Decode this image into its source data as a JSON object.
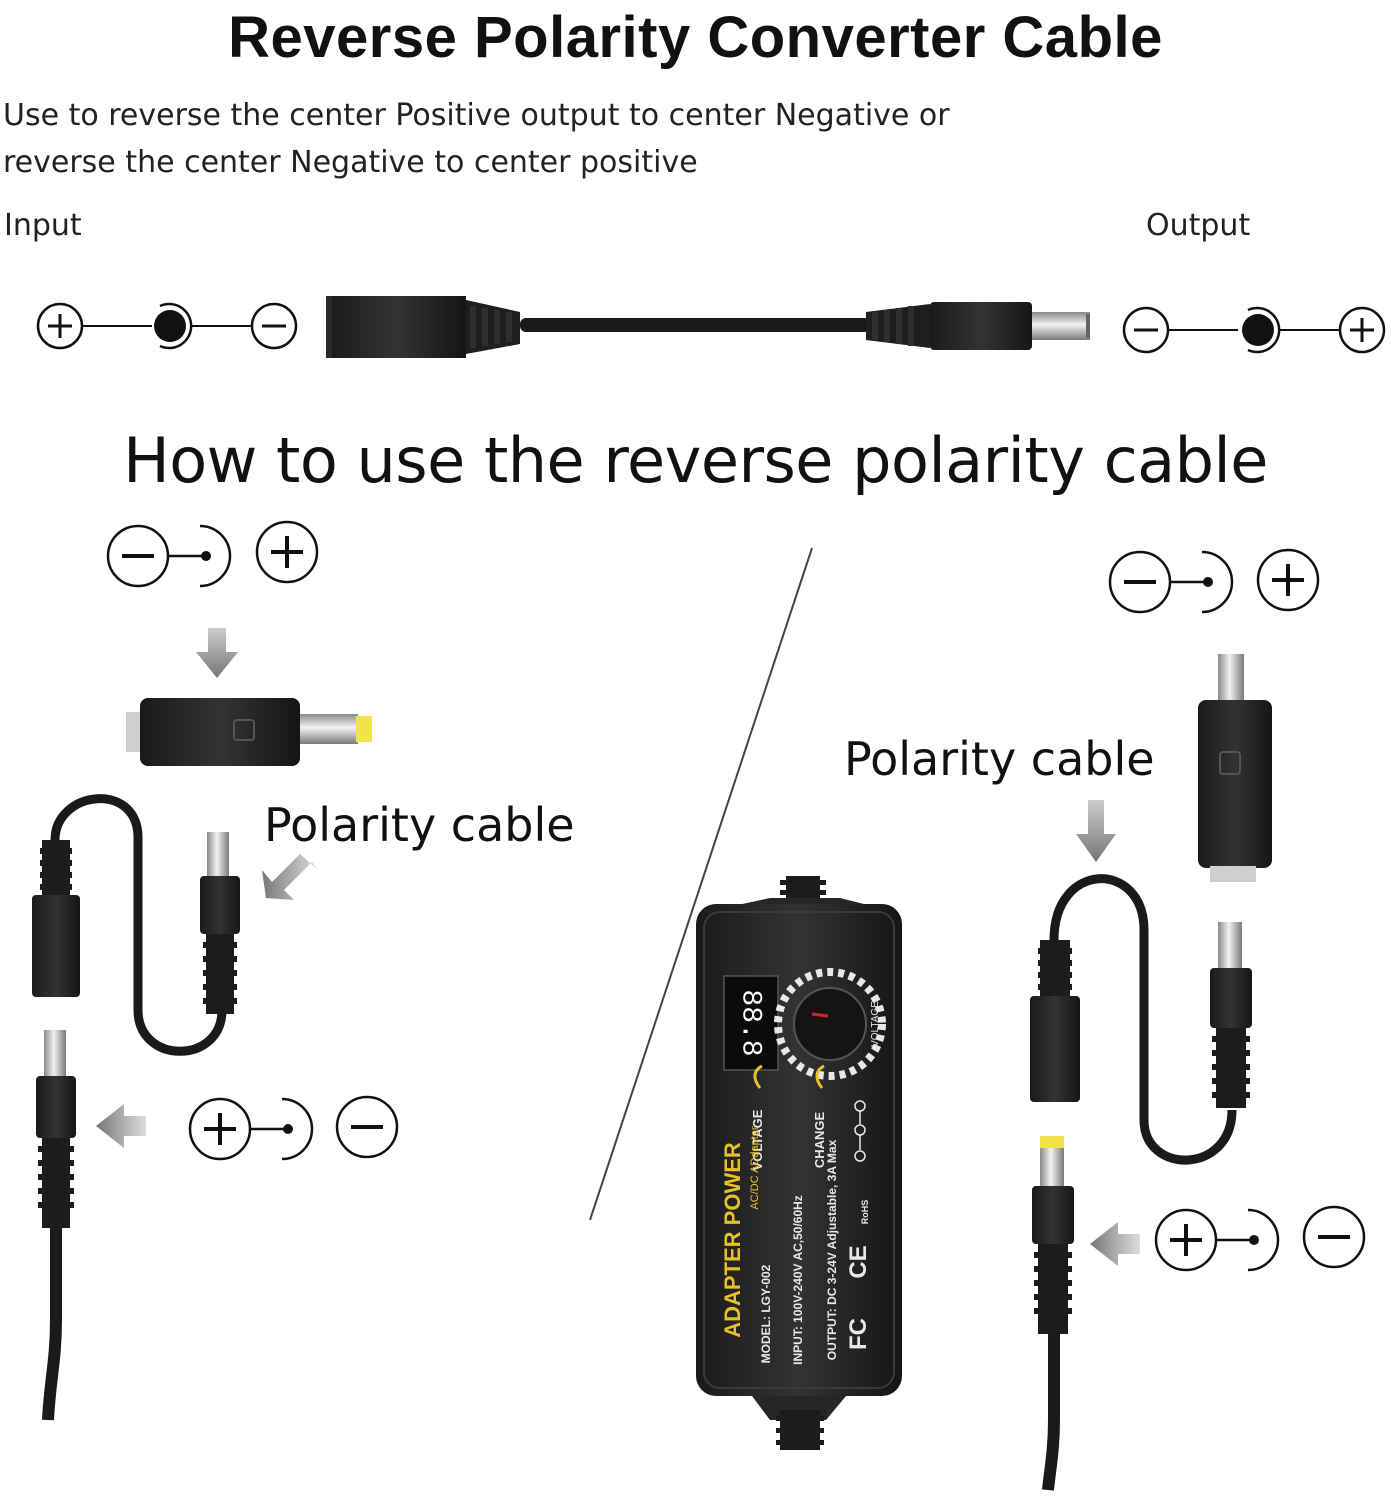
{
  "header": {
    "title": "Reverse Polarity Converter Cable",
    "description_line1": "Use to reverse the center Positive output to center Negative or",
    "description_line2": "reverse the center Negative to center positive"
  },
  "labels": {
    "input": "Input",
    "output": "Output"
  },
  "section": {
    "title": "How to use the reverse polarity cable",
    "left_callout": "Polarity cable",
    "right_callout": "Polarity cable"
  },
  "adapter": {
    "brand": "ADAPTER POWER",
    "type": "AC/DC ADdapter",
    "model": "MODEL: LGY-002",
    "input": "INPUT: 100V-240V AC,50/60Hz",
    "output": "OUTPUT: DC 3-24V Adjustable, 3A Max",
    "voltage_label": "VOLTAGE",
    "change_label": "CHANGE",
    "dial_label": "VOLTAGE",
    "display": "88.8",
    "rohs": "RoHS",
    "ce": "CE",
    "fc": "FC"
  },
  "colors": {
    "text": "#111111",
    "cable": "#1a1a1a",
    "metal": "#c8c8c8",
    "yellow_tip": "#f3e24a",
    "adapter_body": "#232323",
    "label_yellow": "#e8c02a",
    "led_red": "#e02020"
  }
}
